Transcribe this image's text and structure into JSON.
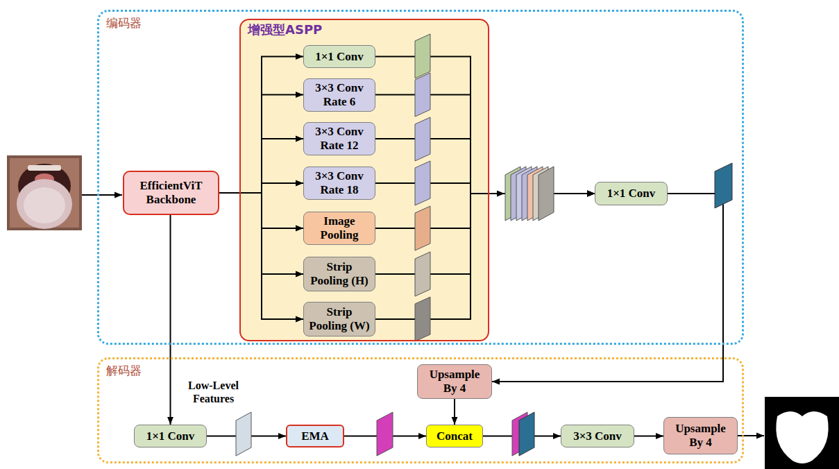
{
  "diagram": {
    "nodes": [
      {
        "text": [
          "编码器"
        ]
      },
      {
        "text": [
          "EfficientViT Backbone"
        ],
        "in": 0
      },
      {
        "text": [
          "增强型ASPP"
        ],
        "in": 0
      },
      {
        "text": [
          "1×1 Conv"
        ],
        "in": 2
      },
      {
        "text": [
          "3×3 Conv Rate 6"
        ],
        "in": 2
      },
      {
        "text": [
          "3×3 Conv Rate 12"
        ],
        "in": 2
      },
      {
        "text": [
          "3×3 Conv Rate 18"
        ],
        "in": 2
      },
      {
        "text": [
          "Image Pooling"
        ],
        "in": 2
      },
      {
        "text": [
          "Strip Pooling (H)"
        ],
        "in": 2
      },
      {
        "text": [
          "Strip Pooling (W)"
        ],
        "in": 2
      },
      {
        "text": [
          "1×1 Conv"
        ],
        "in": 0
      },
      {
        "text": [
          "解码器"
        ]
      },
      {
        "text": [
          "Upsample By 4"
        ],
        "in": 11
      },
      {
        "text": [
          "1×1 Conv"
        ],
        "in": 11
      },
      {
        "text": [
          "EMA"
        ],
        "in": 11
      },
      {
        "text": [
          "Concat"
        ],
        "in": 11
      },
      {
        "text": [
          "3×3 Conv"
        ],
        "in": 11
      },
      {
        "text": [
          "Upsample By 4"
        ],
        "in": 11
      }
    ],
    "edges": [
      {
        "from": 1,
        "to": 3,
        "arrow": "to"
      },
      {
        "from": 1,
        "to": 4,
        "arrow": "to"
      },
      {
        "from": 1,
        "to": 5,
        "arrow": "to"
      },
      {
        "from": 1,
        "to": 6,
        "arrow": "to"
      },
      {
        "from": 1,
        "to": 7,
        "arrow": "to"
      },
      {
        "from": 1,
        "to": 8,
        "arrow": "to"
      },
      {
        "from": 1,
        "to": 9,
        "arrow": "to"
      },
      {
        "from": 3,
        "to": 10,
        "arrow": "to"
      },
      {
        "from": 4,
        "to": 10,
        "arrow": "to"
      },
      {
        "from": 5,
        "to": 10,
        "arrow": "to"
      },
      {
        "from": 6,
        "to": 10,
        "arrow": "to"
      },
      {
        "from": 7,
        "to": 10,
        "arrow": "to"
      },
      {
        "from": 8,
        "to": 10,
        "arrow": "to"
      },
      {
        "from": 9,
        "to": 10,
        "arrow": "to"
      },
      {
        "from": 10,
        "to": 12,
        "arrow": "to"
      },
      {
        "from": 1,
        "to": 13,
        "label": "Low-Level Features",
        "arrow": "to"
      },
      {
        "from": 13,
        "to": 14,
        "arrow": "to"
      },
      {
        "from": 14,
        "to": 15,
        "arrow": "to"
      },
      {
        "from": 12,
        "to": 15,
        "arrow": "to"
      },
      {
        "from": 15,
        "to": 16,
        "arrow": "to"
      },
      {
        "from": 16,
        "to": 17,
        "arrow": "to"
      }
    ]
  }
}
